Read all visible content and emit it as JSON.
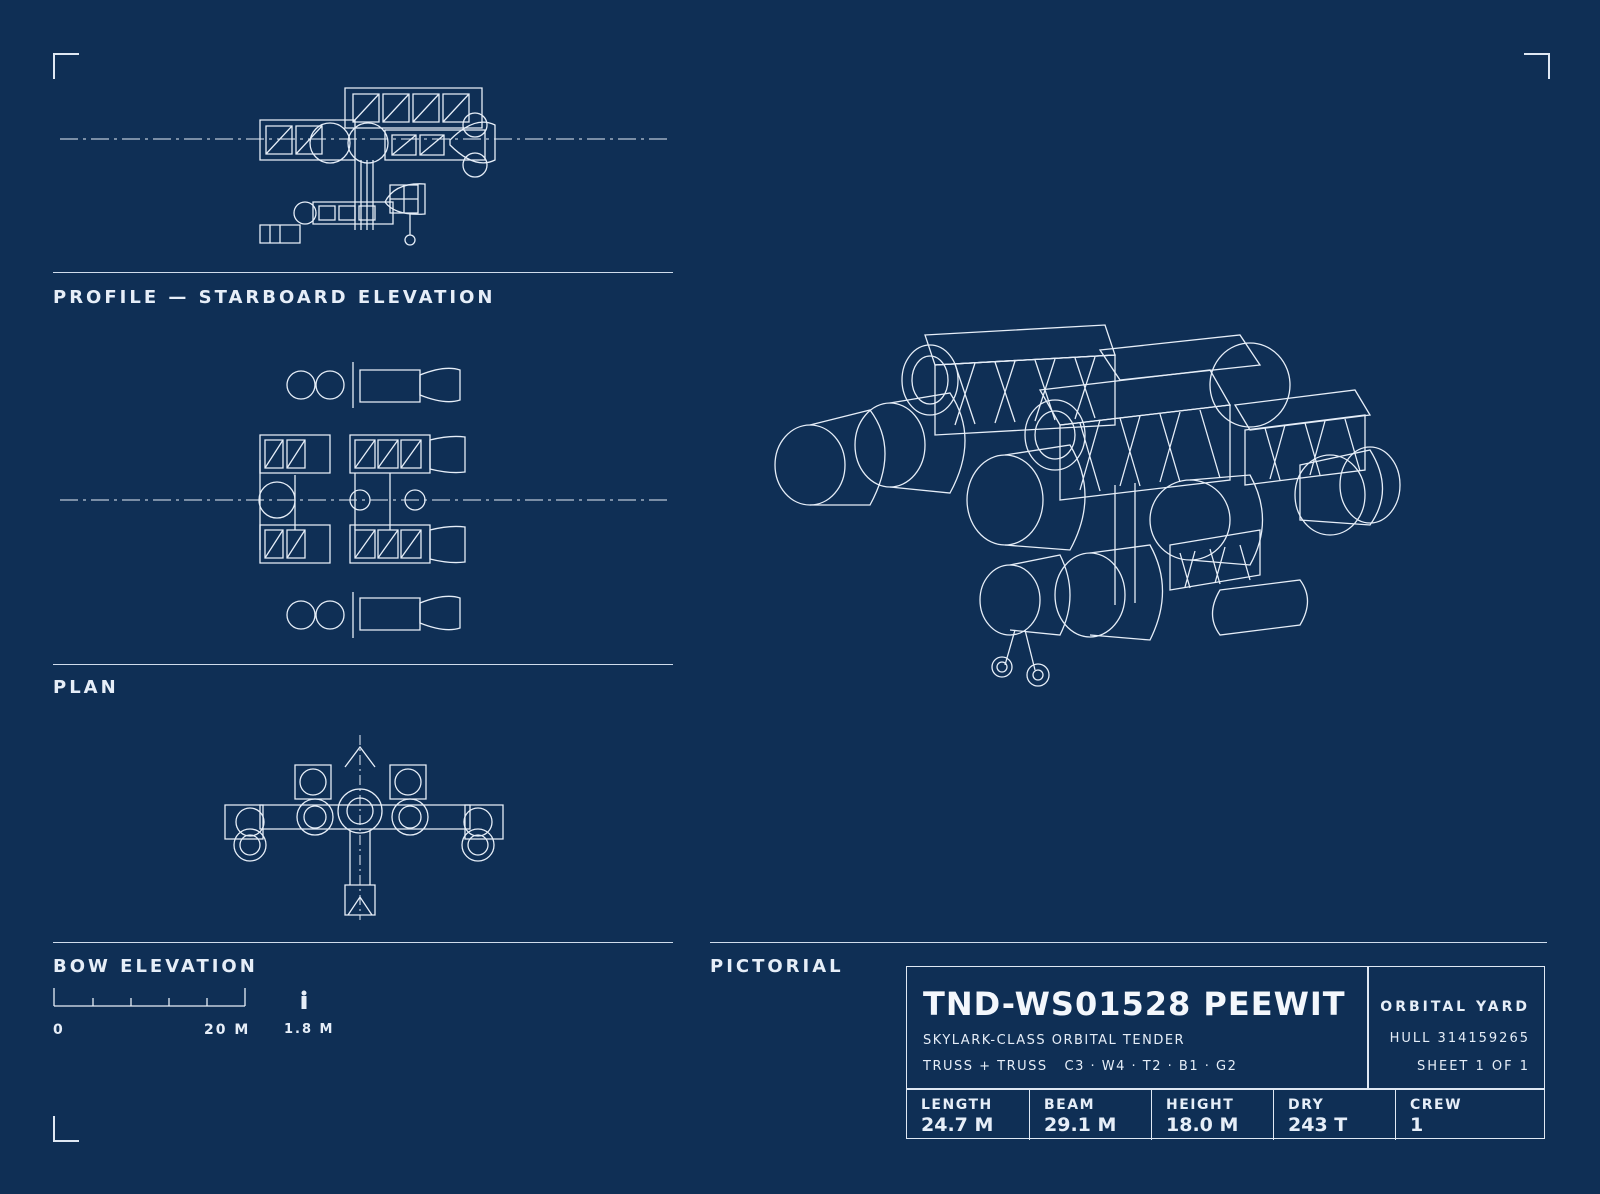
{
  "views": {
    "profile_label": "PROFILE — STARBOARD ELEVATION",
    "plan_label": "PLAN",
    "bow_label": "BOW ELEVATION",
    "pictorial_label": "PICTORIAL"
  },
  "scale_bar": {
    "start": "0",
    "end": "20 M",
    "figure": "1.8 M"
  },
  "title_block": {
    "name": "TND-WS01528 PEEWIT",
    "class_line": "SKYLARK-CLASS ORBITAL TENDER",
    "config_line": "TRUSS + TRUSS   C3 · W4 · T2 · B1 · G2",
    "yard": "ORBITAL YARD",
    "hull": "HULL 314159265",
    "sheet": "SHEET 1 OF 1",
    "specs": [
      {
        "key": "LENGTH",
        "value": "24.7 M"
      },
      {
        "key": "BEAM",
        "value": "29.1 M"
      },
      {
        "key": "HEIGHT",
        "value": "18.0 M"
      },
      {
        "key": "DRY",
        "value": "243 T"
      },
      {
        "key": "CREW",
        "value": "1"
      }
    ]
  },
  "colors": {
    "background": "#0f2f55",
    "line": "#e6eef8"
  }
}
